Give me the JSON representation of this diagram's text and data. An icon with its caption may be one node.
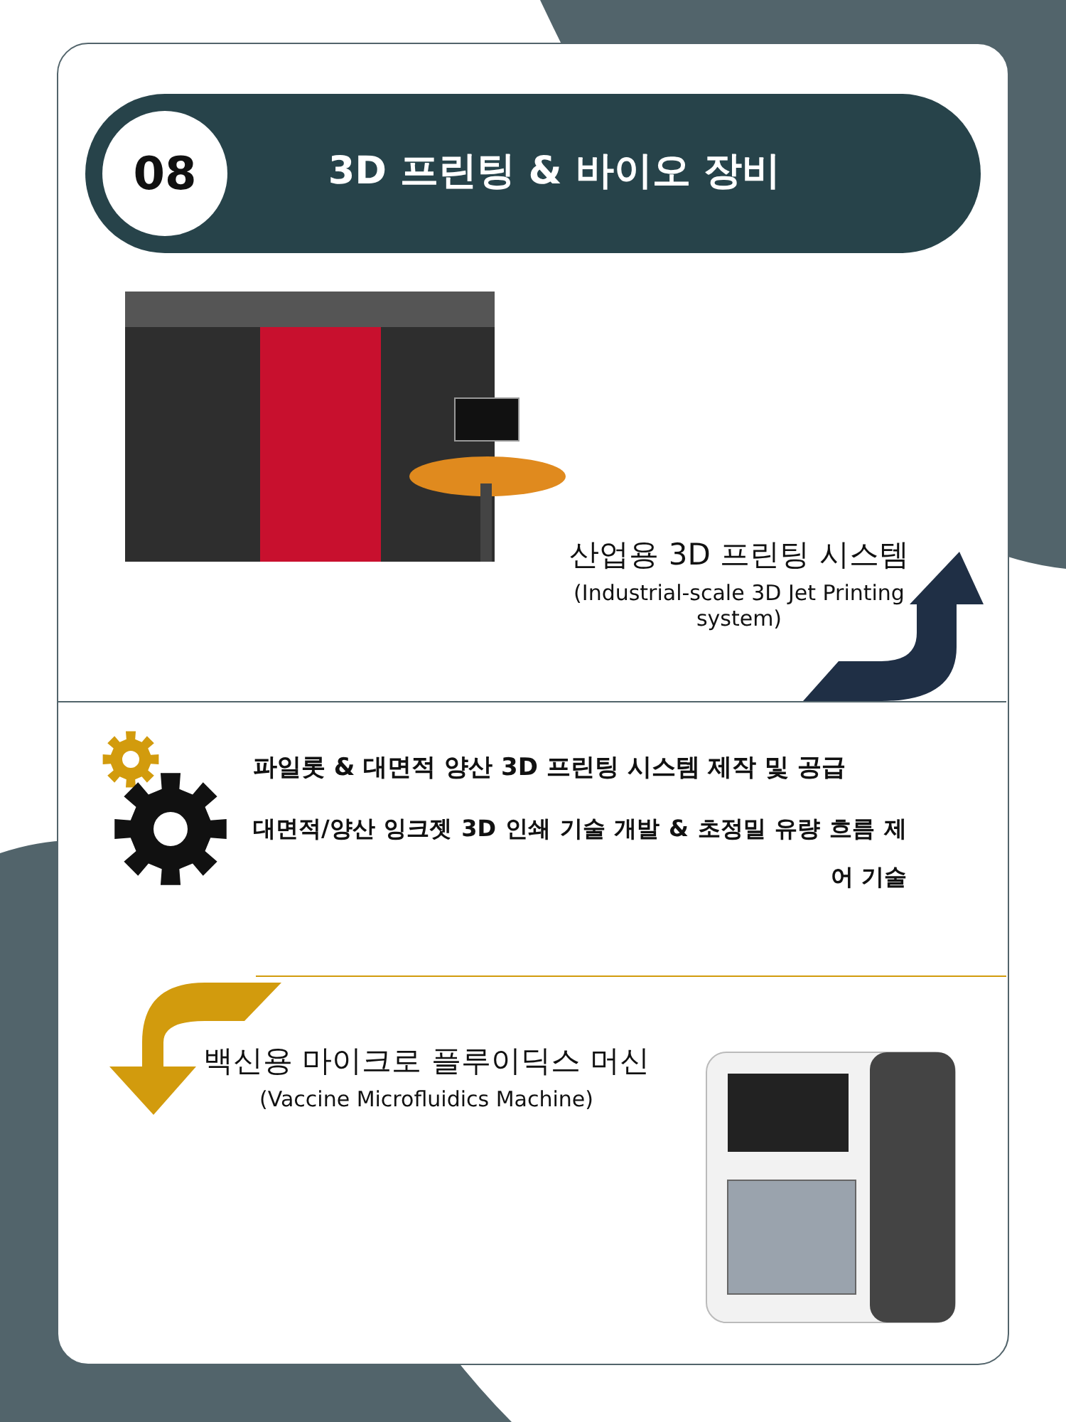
{
  "diagram": {
    "title": "3D 프린팅 & 바이오 장비",
    "nodes": [
      {
        "text": [],
        "shape": "picture",
        "beside": [
          "산업용 3D 프린팅 시스템",
          "(Industrial-scale 3D Jet Printing system)"
        ]
      },
      {
        "text": [],
        "shape": "picture",
        "beside": [
          "백신용 마이크로 플루이딕스 머신",
          "(Vaccine Microfluidics Machine)"
        ]
      }
    ],
    "labels": [
      "08",
      "파일롯 & 대면적 양산 3D 프린팅 시스템 제작 및 공급",
      "대면적/양산 잉크젯 3D 인쇄 기술 개발 & 초정밀 유량 흐름 제어 기술"
    ]
  }
}
